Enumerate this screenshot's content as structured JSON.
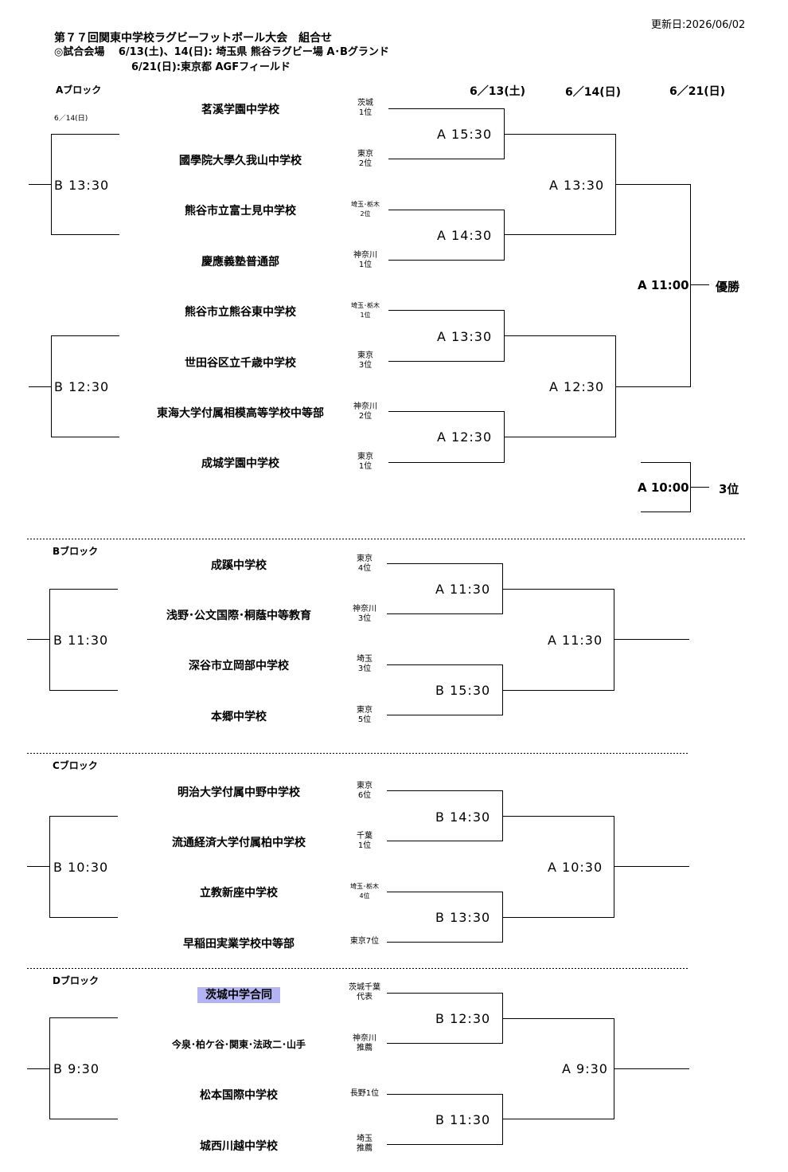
{
  "header": {
    "updated": "更新日:2026/06/02",
    "title": "第７７回関東中学校ラグビーフットボール大会　組合せ",
    "venue1": "◎試合会場　 6/13(土)、14(日):  埼玉県  熊谷ラグビー場  A･Bグランド",
    "venue2": "6/21(日):東京都  AGFフィールド"
  },
  "columns": [
    "6／13(土)",
    "6／14(日)",
    "6／21(日)"
  ],
  "blocks": [
    {
      "label": "Aブロック",
      "sub_date": "6／14(日)",
      "teams": [
        {
          "name": "茗溪学園中学校",
          "seed": [
            "茨城",
            "1位"
          ]
        },
        {
          "name": "國學院大學久我山中学校",
          "seed": [
            "東京",
            "2位"
          ]
        },
        {
          "name": "熊谷市立富士見中学校",
          "seed": [
            "埼玉･栃木",
            "2位"
          ]
        },
        {
          "name": "慶應義塾普通部",
          "seed": [
            "神奈川",
            "1位"
          ]
        },
        {
          "name": "熊谷市立熊谷東中学校",
          "seed": [
            "埼玉･栃木",
            "1位"
          ]
        },
        {
          "name": "世田谷区立千歳中学校",
          "seed": [
            "東京",
            "3位"
          ]
        },
        {
          "name": "東海大学付属相模高等学校中等部",
          "seed": [
            "神奈川",
            "2位"
          ]
        },
        {
          "name": "成城学園中学校",
          "seed": [
            "東京",
            "1位"
          ]
        }
      ],
      "r1": [
        "A  15:30",
        "A  14:30",
        "A  13:30",
        "A  12:30"
      ],
      "r2": [
        "A  13:30",
        "A  12:30"
      ],
      "side": [
        "B  13:30",
        "B  12:30"
      ],
      "final": "A  11:00",
      "final_result": "優勝",
      "third": "A  10:00",
      "third_result": "3位"
    },
    {
      "label": "Bブロック",
      "teams": [
        {
          "name": "成蹊中学校",
          "seed": [
            "東京",
            "4位"
          ]
        },
        {
          "name": "浅野･公文国際･桐蔭中等教育",
          "seed": [
            "神奈川",
            "3位"
          ]
        },
        {
          "name": "深谷市立岡部中学校",
          "seed": [
            "埼玉",
            "3位"
          ]
        },
        {
          "name": "本郷中学校",
          "seed": [
            "東京",
            "5位"
          ]
        }
      ],
      "r1": [
        "A  11:30",
        "B  15:30"
      ],
      "r2": [
        "A  11:30"
      ],
      "side": [
        "B  11:30"
      ]
    },
    {
      "label": "Cブロック",
      "teams": [
        {
          "name": "明治大学付属中野中学校",
          "seed": [
            "東京",
            "6位"
          ]
        },
        {
          "name": "流通経済大学付属柏中学校",
          "seed": [
            "千葉",
            "1位"
          ]
        },
        {
          "name": "立教新座中学校",
          "seed": [
            "埼玉･栃木",
            "4位"
          ]
        },
        {
          "name": "早稲田実業学校中等部",
          "seed": [
            "東京7位"
          ]
        }
      ],
      "r1": [
        "B  14:30",
        "B  13:30"
      ],
      "r2": [
        "A  10:30"
      ],
      "side": [
        "B  10:30"
      ]
    },
    {
      "label": "Dブロック",
      "teams": [
        {
          "name": "茨城中学合同",
          "seed": [
            "茨城千葉",
            "代表"
          ],
          "highlight": true
        },
        {
          "name": "今泉･柏ケ谷･関東･法政二･山手",
          "seed": [
            "神奈川",
            "推薦"
          ]
        },
        {
          "name": "松本国際中学校",
          "seed": [
            "長野1位"
          ]
        },
        {
          "name": "城西川越中学校",
          "seed": [
            "埼玉",
            "推薦"
          ]
        }
      ],
      "r1": [
        "B  12:30",
        "B  11:30"
      ],
      "r2": [
        "A 9:30"
      ],
      "side": [
        "B  9:30"
      ]
    }
  ],
  "colors": {
    "highlight": "#b4b4f5",
    "line": "#000000"
  }
}
